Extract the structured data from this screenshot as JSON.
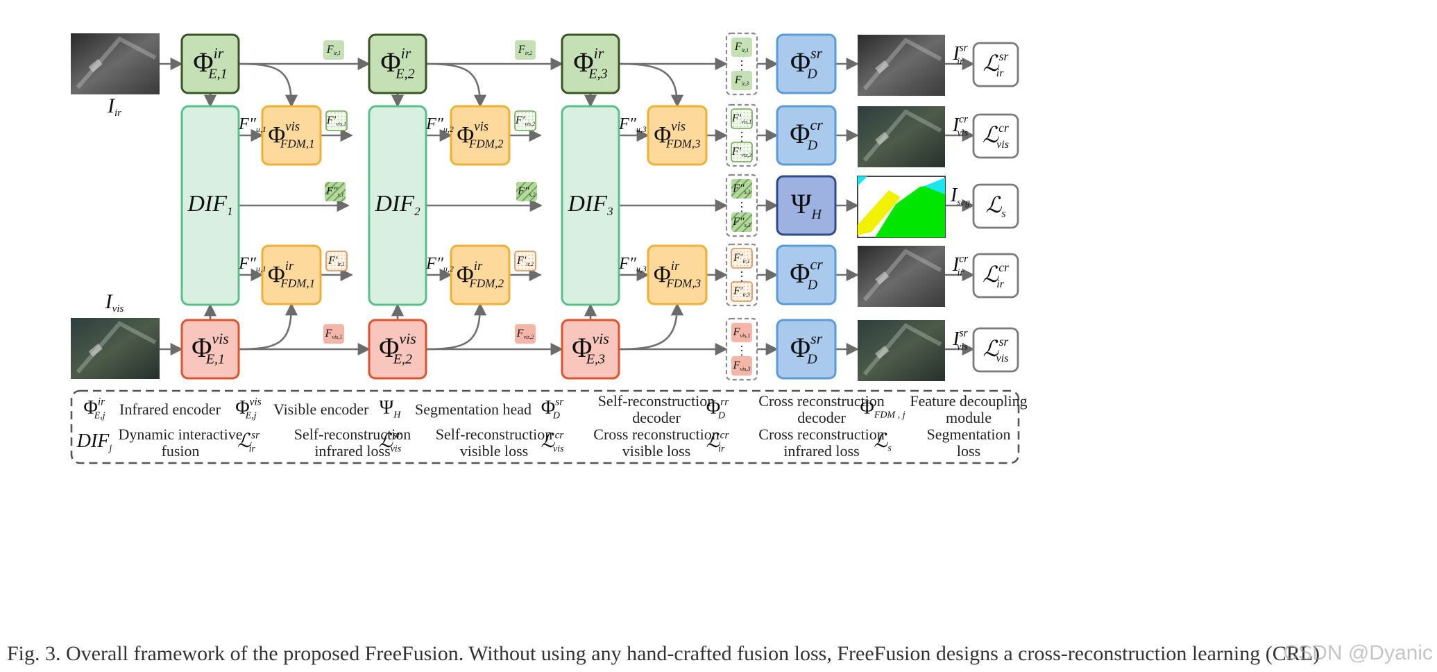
{
  "images": {
    "ir_input_label": "I",
    "ir_input_sub": "ir",
    "vis_input_label": "I",
    "vis_input_sub": "vis"
  },
  "encoders": {
    "ir": [
      {
        "sym": "Φ",
        "sup": "ir",
        "sub": "E,1"
      },
      {
        "sym": "Φ",
        "sup": "ir",
        "sub": "E,2"
      },
      {
        "sym": "Φ",
        "sup": "ir",
        "sub": "E,3"
      }
    ],
    "vis": [
      {
        "sym": "Φ",
        "sup": "vis",
        "sub": "E,1"
      },
      {
        "sym": "Φ",
        "sup": "vis",
        "sub": "E,2"
      },
      {
        "sym": "Φ",
        "sup": "vis",
        "sub": "E,3"
      }
    ]
  },
  "fusion": [
    {
      "text": "DIF",
      "sub": "1"
    },
    {
      "text": "DIF",
      "sub": "2"
    },
    {
      "text": "DIF",
      "sub": "3"
    }
  ],
  "fdm": {
    "vis": [
      {
        "sym": "Φ",
        "sup": "vis",
        "sub": "FDM,1"
      },
      {
        "sym": "Φ",
        "sup": "vis",
        "sub": "FDM,2"
      },
      {
        "sym": "Φ",
        "sup": "vis",
        "sub": "FDM,3"
      }
    ],
    "ir": [
      {
        "sym": "Φ",
        "sup": "ir",
        "sub": "FDM,1"
      },
      {
        "sym": "Φ",
        "sup": "ir",
        "sub": "FDM,2"
      },
      {
        "sym": "Φ",
        "sup": "ir",
        "sub": "FDM,3"
      }
    ]
  },
  "features": {
    "f_ir": [
      {
        "t": "F",
        "s": "ir,1"
      },
      {
        "t": "F",
        "s": "ir,2"
      }
    ],
    "f_vis": [
      {
        "t": "F",
        "s": "vis,1"
      },
      {
        "t": "F",
        "s": "vis,2"
      }
    ],
    "f_vis_prime": [
      {
        "t": "F′",
        "s": "vis,1"
      },
      {
        "t": "F′",
        "s": "vis,2"
      }
    ],
    "f_ir_prime": [
      {
        "t": "F′",
        "s": "ir,1"
      },
      {
        "t": "F′",
        "s": "ir,2"
      }
    ],
    "f_s": [
      {
        "t": "F″",
        "s": "s,1"
      },
      {
        "t": "F″",
        "s": "s,2"
      }
    ],
    "f_u": [
      {
        "t": "F″",
        "s": "u,1"
      },
      {
        "t": "F″",
        "s": "u,2"
      },
      {
        "t": "F″",
        "s": "u,3"
      }
    ]
  },
  "stacks": [
    {
      "top": {
        "t": "F",
        "s": "ir,1"
      },
      "bottom": {
        "t": "F",
        "s": "ir,3"
      },
      "kind": "ir"
    },
    {
      "top": {
        "t": "F′",
        "s": "vis,1"
      },
      "bottom": {
        "t": "F′",
        "s": "vis,3"
      },
      "kind": "visp"
    },
    {
      "top": {
        "t": "F″",
        "s": "s,1"
      },
      "bottom": {
        "t": "F″",
        "s": "s,3"
      },
      "kind": "s"
    },
    {
      "top": {
        "t": "F′",
        "s": "ir,1"
      },
      "bottom": {
        "t": "F′",
        "s": "ir,3"
      },
      "kind": "irp"
    },
    {
      "top": {
        "t": "F",
        "s": "vis,1"
      },
      "bottom": {
        "t": "F",
        "s": "vis,3"
      },
      "kind": "vis"
    }
  ],
  "stack_dots": "⋮",
  "decoders": [
    {
      "sym": "Φ",
      "sup": "sr",
      "sub": "D"
    },
    {
      "sym": "Φ",
      "sup": "cr",
      "sub": "D"
    },
    {
      "sym": "Ψ",
      "sup": "",
      "sub": "H"
    },
    {
      "sym": "Φ",
      "sup": "cr",
      "sub": "D"
    },
    {
      "sym": "Φ",
      "sup": "sr",
      "sub": "D"
    }
  ],
  "outputs": [
    {
      "t": "I",
      "sup": "sr",
      "sub": "ir"
    },
    {
      "t": "I",
      "sup": "cr",
      "sub": "vis"
    },
    {
      "t": "I",
      "sup": "",
      "sub": "seg"
    },
    {
      "t": "I",
      "sup": "cr",
      "sub": "ir"
    },
    {
      "t": "I",
      "sup": "sr",
      "sub": "vis"
    }
  ],
  "losses": [
    {
      "t": "ℒ",
      "sup": "sr",
      "sub": "ir"
    },
    {
      "t": "ℒ",
      "sup": "cr",
      "sub": "vis"
    },
    {
      "t": "ℒ",
      "sup": "",
      "sub": "s"
    },
    {
      "t": "ℒ",
      "sup": "cr",
      "sub": "ir"
    },
    {
      "t": "ℒ",
      "sup": "sr",
      "sub": "vis"
    }
  ],
  "legend": {
    "row1": [
      {
        "sym": "Φ",
        "sup": "ir",
        "sub": "E,j",
        "desc": [
          "Infrared encoder"
        ]
      },
      {
        "sym": "Φ",
        "sup": "vis",
        "sub": "E,j",
        "desc": [
          "Visible encoder"
        ]
      },
      {
        "sym": "Ψ",
        "sup": "",
        "sub": "H",
        "desc": [
          "Segmentation head"
        ]
      },
      {
        "sym": "Φ",
        "sup": "sr",
        "sub": "D",
        "desc": [
          "Self-reconstruction",
          "decoder"
        ]
      },
      {
        "sym": "Φ",
        "sup": "rr",
        "sub": "D",
        "desc": [
          "Cross reconstruction",
          "decoder"
        ]
      },
      {
        "sym": "Φ",
        "sup": "",
        "sub": "FDM , j",
        "desc": [
          "Feature decoupling",
          "module"
        ]
      }
    ],
    "row2": [
      {
        "sym": "DIF",
        "sup": "",
        "sub": "j",
        "desc": [
          "Dynamic interactive",
          "fusion"
        ]
      },
      {
        "sym": "ℒ",
        "sup": "sr",
        "sub": "ir",
        "desc": [
          "Self-reconstruction",
          "infrared loss"
        ]
      },
      {
        "sym": "ℒ",
        "sup": "sr",
        "sub": "vis",
        "desc": [
          "Self-reconstruction",
          "visible loss"
        ]
      },
      {
        "sym": "ℒ",
        "sup": "cr",
        "sub": "vis",
        "desc": [
          "Cross reconstruction",
          "visible loss"
        ]
      },
      {
        "sym": "ℒ",
        "sup": "cr",
        "sub": "ir",
        "desc": [
          "Cross reconstruction",
          "infrared loss"
        ]
      },
      {
        "sym": "ℒ",
        "sup": "",
        "sub": "s",
        "desc": [
          "Segmentation",
          "loss"
        ]
      }
    ]
  },
  "caption": "Fig. 3.    Overall framework of the proposed FreeFusion. Without using any hand-crafted fusion loss, FreeFusion designs a cross-reconstruction learning (CRL)",
  "watermark": "CSDN @Dyanic",
  "colors": {
    "green_fill": "#c5e0b4",
    "green_stroke": "#375623",
    "red_fill": "#f8c6bc",
    "red_stroke": "#e0522e",
    "orange_fill": "#fdd99b",
    "orange_stroke": "#f0b034",
    "dif_fill": "#d9efe2",
    "dif_stroke": "#55c08a",
    "blue_fill": "#a9c9ed",
    "blue_stroke": "#5b9bd5",
    "head_fill": "#9db2e0",
    "head_stroke": "#2f4a8a",
    "arrow": "#707070"
  }
}
